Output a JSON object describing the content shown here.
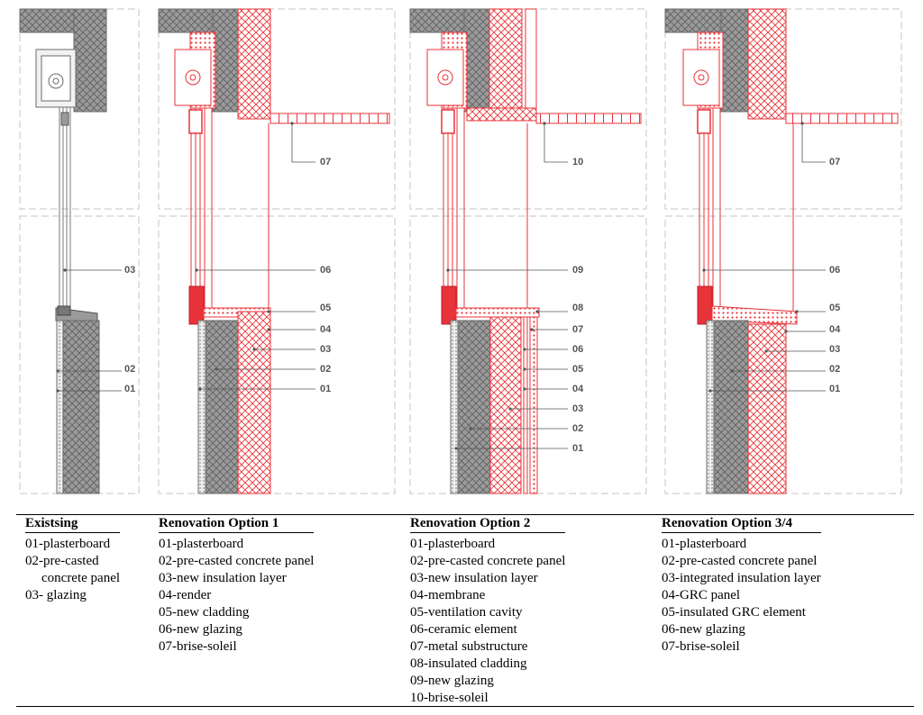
{
  "colors": {
    "existing": "#7a7a7a",
    "existing_fill": "#9a9a9a",
    "new": "#e8333a",
    "guide": "#bdbdbd",
    "leader": "#555555"
  },
  "panels": [
    {
      "id": "existing",
      "callouts": [
        "03",
        "02",
        "01"
      ]
    },
    {
      "id": "option1",
      "callouts": [
        "07",
        "06",
        "05",
        "04",
        "03",
        "02",
        "01"
      ]
    },
    {
      "id": "option2",
      "callouts": [
        "10",
        "09",
        "08",
        "07",
        "06",
        "05",
        "04",
        "03",
        "02",
        "01"
      ]
    },
    {
      "id": "option34",
      "callouts": [
        "07",
        "06",
        "05",
        "04",
        "03",
        "02",
        "01"
      ]
    }
  ],
  "legend": {
    "columns": [
      {
        "heading": "Exists​ing",
        "items": [
          "01-plasterboard",
          "02-pre-casted",
          "concrete panel",
          "03- glazing"
        ]
      },
      {
        "heading": "Renovation Option 1",
        "items": [
          "01-plasterboard",
          "02-pre-casted concrete panel",
          "03-new insulation layer",
          "04-render",
          "05-new cladding",
          "06-new glazing",
          "07-brise-soleil"
        ]
      },
      {
        "heading": "Renovation Option 2",
        "items": [
          "01-plasterboard",
          "02-pre-casted concrete panel",
          "03-new insulation layer",
          "04-membrane",
          "05-ventilation cavity",
          "06-ceramic element",
          "07-metal substructure",
          "08-insulated cladding",
          "09-new glazing",
          "10-brise-soleil"
        ]
      },
      {
        "heading": "Renovation Option 3/4",
        "items": [
          "01-plasterboard",
          "02-pre-casted concrete panel",
          "03-integrated insulation layer",
          "04-GRC panel",
          "05-insulated GRC element",
          "06-new glazing",
          "07-brise-soleil"
        ]
      }
    ]
  }
}
